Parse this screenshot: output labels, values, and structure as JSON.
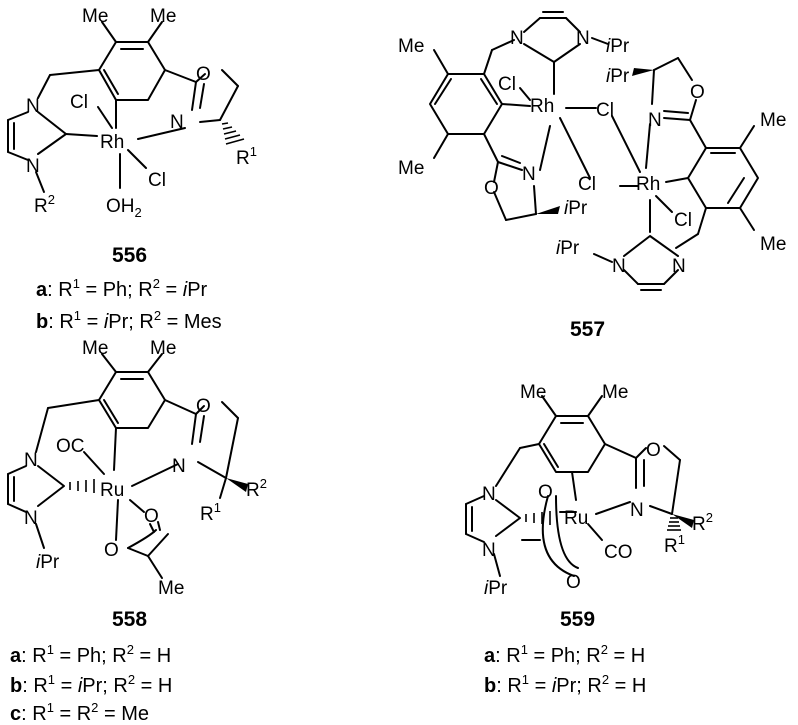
{
  "compounds": [
    {
      "number": "556",
      "variants": [
        {
          "letter": "a",
          "text": ": R1 = Ph; R2 = iPr"
        },
        {
          "letter": "b",
          "text": ": R1 = iPr; R2 = Mes"
        }
      ]
    },
    {
      "number": "557",
      "variants": []
    },
    {
      "number": "558",
      "variants": [
        {
          "letter": "a",
          "text": ": R1 = Ph; R2 = H"
        },
        {
          "letter": "b",
          "text": ": R1 = iPr; R2 = H"
        },
        {
          "letter": "c",
          "text": ": R1 = R2 = Me"
        }
      ]
    },
    {
      "number": "559",
      "variants": [
        {
          "letter": "a",
          "text": ": R1 = Ph; R2 = H"
        },
        {
          "letter": "b",
          "text": ": R1 = iPr; R2 = H"
        }
      ]
    }
  ],
  "atoms": {
    "me": "Me",
    "n": "N",
    "o": "O",
    "cl": "Cl",
    "rh": "Rh",
    "ru": "Ru",
    "oh2": "OH",
    "sub2": "2",
    "ipr_i": "i",
    "ipr_pr": "Pr",
    "r": "R",
    "sup1": "1",
    "sup2": "2",
    "co": "CO",
    "oc": "OC"
  }
}
